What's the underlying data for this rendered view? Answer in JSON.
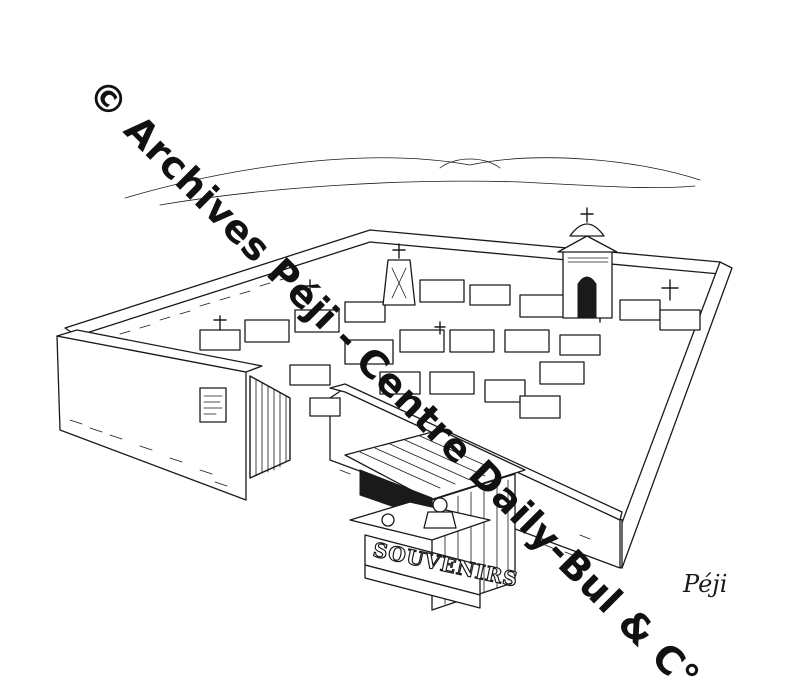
{
  "watermark": "© Archives Péji - Centre Daily-Bul & C°",
  "signature": "Péji",
  "stall_sign": "SOUVENIRS"
}
